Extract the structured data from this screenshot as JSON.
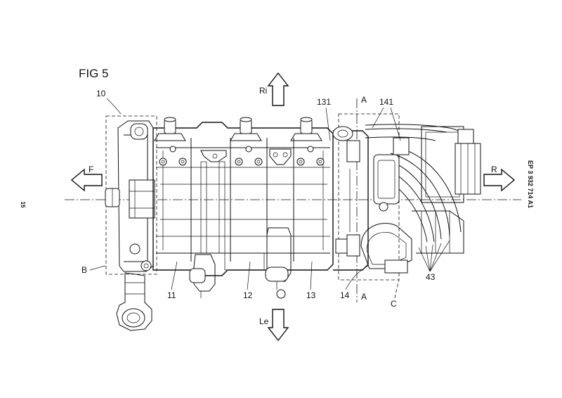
{
  "figure": {
    "title": "FIG 5"
  },
  "publication": {
    "number": "EP 3 932 714 A1",
    "page": "15"
  },
  "directions": {
    "right_inner": "Ri",
    "left": "Le",
    "front": "F",
    "rear": "R"
  },
  "section": {
    "top": "A",
    "bottom": "A"
  },
  "references": {
    "r10": "10",
    "r131": "131",
    "r141": "141",
    "rB": "B",
    "r11": "11",
    "r12": "12",
    "r13": "13",
    "r14": "14",
    "rC": "C",
    "r43": "43"
  }
}
